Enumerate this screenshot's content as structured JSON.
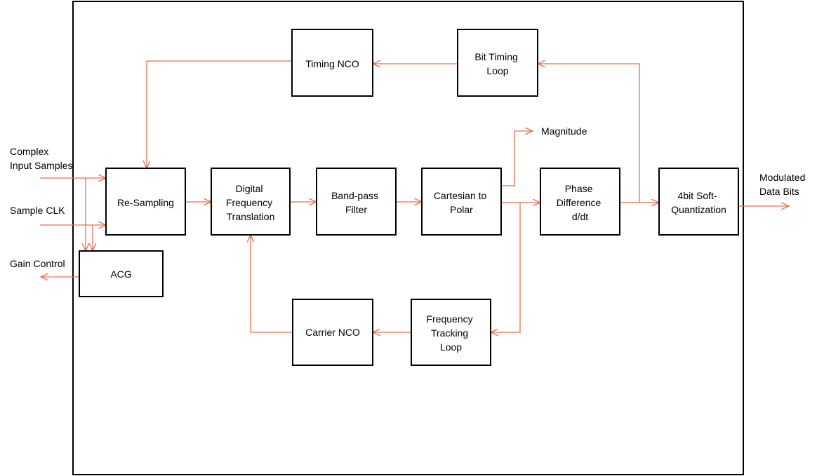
{
  "colors": {
    "wire": "#e8704a",
    "block_border": "#000000",
    "background": "#ffffff"
  },
  "blocks": {
    "timing_nco": [
      "Timing NCO"
    ],
    "bit_timing_loop": [
      "Bit Timing",
      "Loop"
    ],
    "re_sampling": [
      "Re-Sampling"
    ],
    "digital_frequency_translation": [
      "Digital",
      "Frequency",
      "Translation"
    ],
    "band_pass_filter": [
      "Band-pass",
      "Filter"
    ],
    "cartesian_to_polar": [
      "Cartesian to",
      "Polar"
    ],
    "phase_difference": [
      "Phase",
      "Difference",
      "d/dt"
    ],
    "soft_quantization": [
      "4bit Soft-",
      "Quantization"
    ],
    "acg": [
      "ACG"
    ],
    "carrier_nco": [
      "Carrier NCO"
    ],
    "frequency_tracking_loop": [
      "Frequency",
      "Tracking",
      "Loop"
    ]
  },
  "signals": {
    "complex_input": [
      "Complex",
      "Input Samples"
    ],
    "sample_clk": [
      "Sample CLK"
    ],
    "gain_control": [
      "Gain Control"
    ],
    "magnitude": [
      "Magnitude"
    ],
    "output": [
      "Modulated",
      "Data Bits"
    ]
  }
}
